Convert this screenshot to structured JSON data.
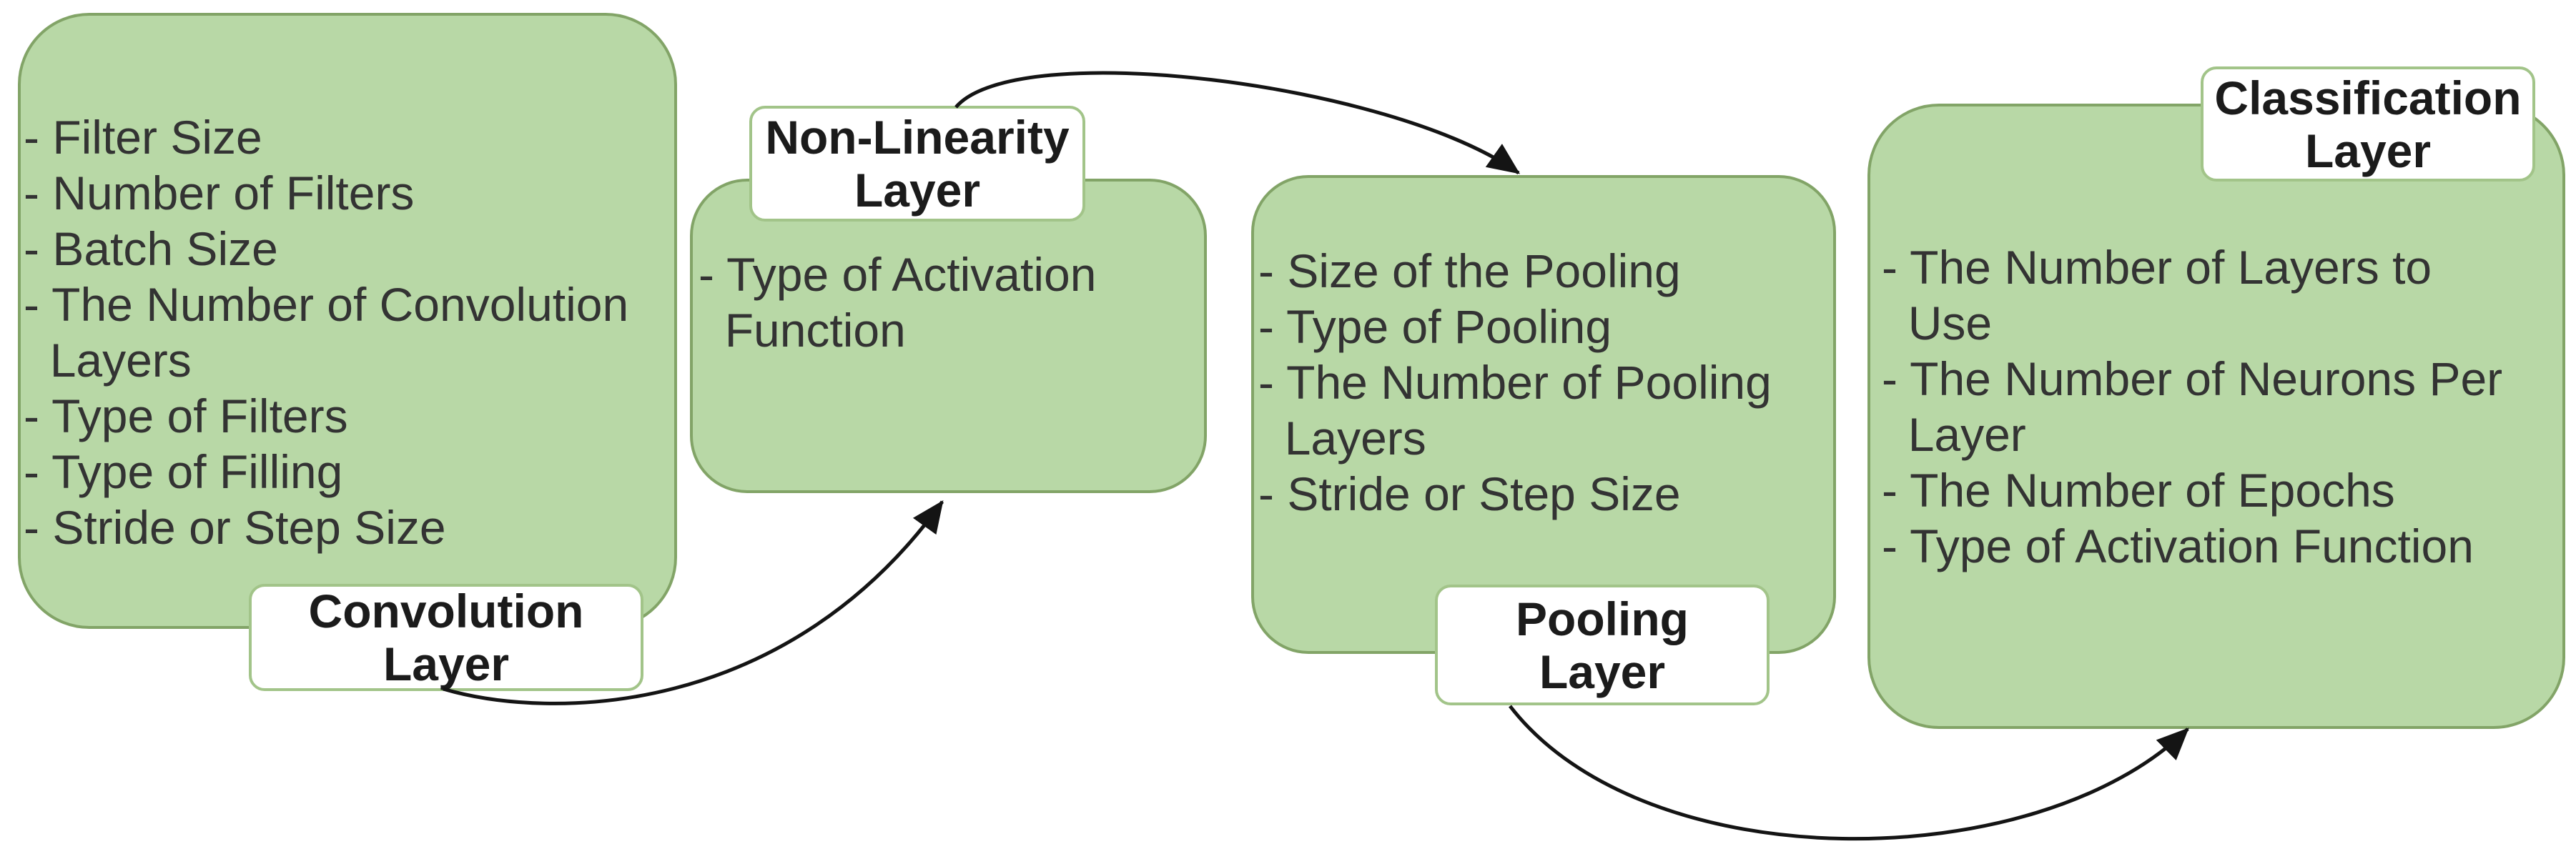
{
  "diagram": {
    "background": "#ffffff",
    "colors": {
      "box_fill": "#b8d8a6",
      "box_border": "#82a467",
      "label_fill": "#ffffff",
      "label_border": "#a2c489",
      "body_text": "#333333",
      "label_text": "#1b1b1b",
      "arrow": "#141414"
    },
    "boxes": [
      {
        "id": "convolution",
        "label": {
          "line1": "Convolution",
          "line2": "Layer"
        },
        "items": [
          "- Filter Size",
          "- Number of Filters",
          "- Batch Size",
          "- The Number of Convolution\n  Layers",
          "- Type of Filters",
          "- Type of Filling",
          "- Stride or Step Size"
        ]
      },
      {
        "id": "non-linearity",
        "label": {
          "line1": "Non-Linearity",
          "line2": "Layer"
        },
        "items": [
          "- Type of Activation\n  Function"
        ]
      },
      {
        "id": "pooling",
        "label": {
          "line1": "Pooling",
          "line2": "Layer"
        },
        "items": [
          "- Size of the Pooling",
          "- Type of Pooling",
          "- The Number of Pooling\n  Layers",
          "- Stride or Step Size"
        ]
      },
      {
        "id": "classification",
        "label": {
          "line1": "Classification",
          "line2": "Layer"
        },
        "items": [
          "- The Number of Layers to\n  Use",
          "- The Number of Neurons Per\n  Layer",
          "- The Number of Epochs",
          "- Type of Activation Function"
        ]
      }
    ],
    "arrows": [
      {
        "from": "convolution-layer",
        "to": "non-linearity-layer"
      },
      {
        "from": "non-linearity-layer",
        "to": "pooling-layer"
      },
      {
        "from": "pooling-layer",
        "to": "classification-layer"
      }
    ]
  }
}
